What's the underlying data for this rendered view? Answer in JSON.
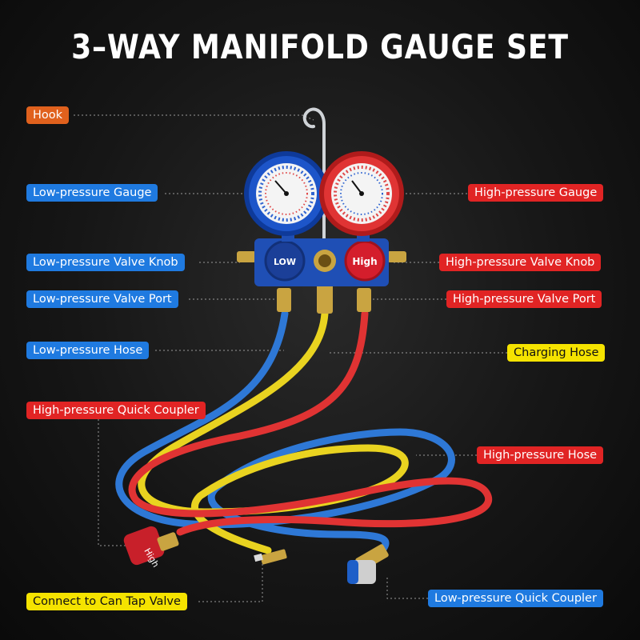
{
  "title": "3–WAY MANIFOLD GAUGE SET",
  "colors": {
    "blue": "#1f7ae0",
    "red": "#e12424",
    "orange": "#e0611d",
    "yellow": "#f5e300"
  },
  "labels": {
    "hook": "Hook",
    "low_gauge": "Low-pressure Gauge",
    "high_gauge": "High-pressure Gauge",
    "low_knob": "Low-pressure Valve Knob",
    "high_knob": "High-pressure Valve Knob",
    "low_port": "Low-pressure Valve Port",
    "high_port": "High-pressure Valve Port",
    "low_hose": "Low-pressure Hose",
    "charging_hose": "Charging Hose",
    "high_coupler": "High-pressure Quick Coupler",
    "high_hose": "High-pressure Hose",
    "can_tap": "Connect to Can Tap Valve",
    "low_coupler": "Low-pressure Quick Coupler"
  },
  "knob_text": {
    "low": "LOW",
    "high": "High"
  }
}
